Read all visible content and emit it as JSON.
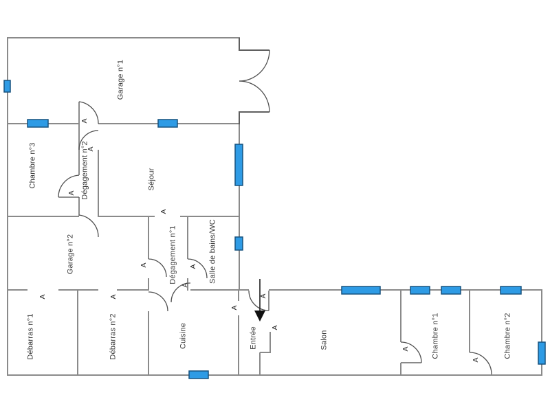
{
  "plan": {
    "door_marker_label": "A",
    "colors": {
      "wall": "#8a8a8a",
      "door_arc": "#4f4f4f",
      "window_fill": "#2e9be5",
      "window_border": "#17527e",
      "arrow": "#111111",
      "background": "#ffffff"
    },
    "rooms": [
      "Garage n°1",
      "Chambre n°3",
      "Dégagement n°2",
      "Séjour",
      "Garage n°2",
      "Dégagement n°1",
      "Salle de bains/WC",
      "Débarras n°1",
      "Débarras n°2",
      "Cuisine",
      "Entrée",
      "Salon",
      "Chambre n°1",
      "Chambre n°2"
    ]
  }
}
